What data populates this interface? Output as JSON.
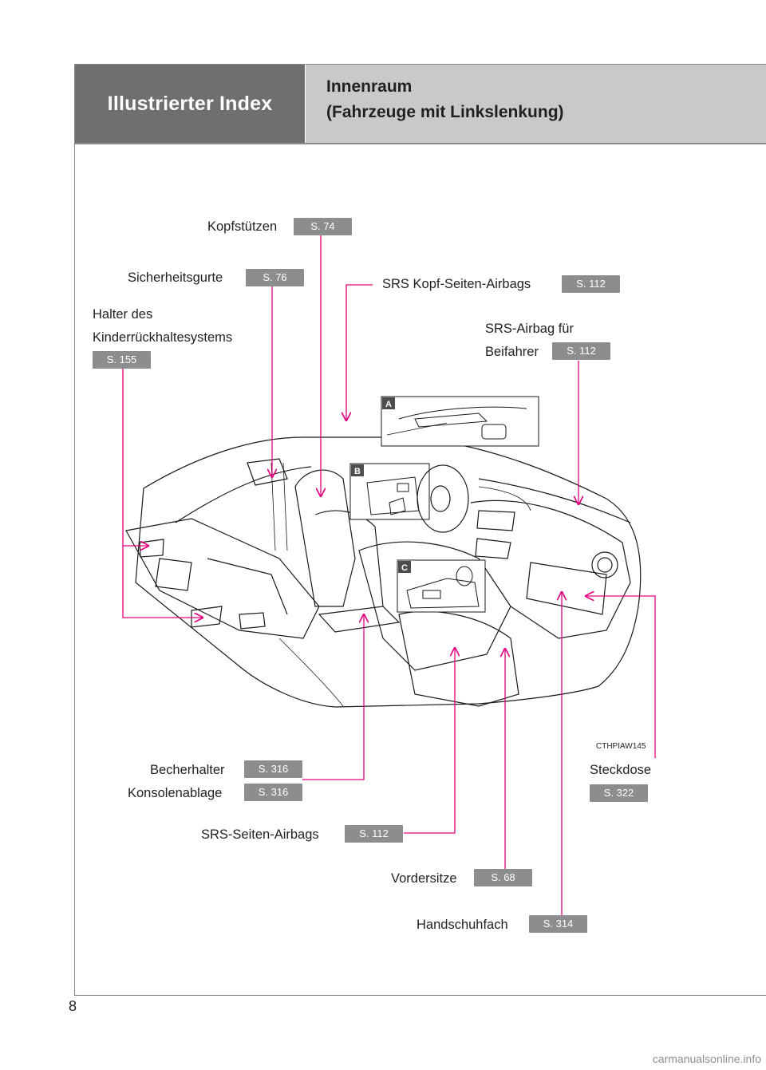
{
  "header": {
    "section": "Illustrierter Index",
    "title_line1": "Innenraum",
    "title_line2": "(Fahrzeuge mit Linkslenkung)"
  },
  "callouts": {
    "kopfstuetzen": {
      "label": "Kopfstützen",
      "page": "S. 74"
    },
    "sicherheitsgurte": {
      "label": "Sicherheitsgurte",
      "page": "S. 76"
    },
    "srs_kopf": {
      "label": "SRS Kopf-Seiten-Airbags",
      "page": "S. 112"
    },
    "halter_line1": "Halter des",
    "halter_line2": "Kinderrückhaltesystems",
    "halter_page": "S. 155",
    "airbag_beifahrer_line1": "SRS-Airbag für",
    "airbag_beifahrer_line2": "Beifahrer",
    "airbag_beifahrer_page": "S. 112",
    "becherhalter": {
      "label": "Becherhalter",
      "page": "S. 316"
    },
    "konsolenablage": {
      "label": "Konsolenablage",
      "page": "S. 316"
    },
    "steckdose": {
      "label": "Steckdose",
      "page": "S. 322"
    },
    "srs_seiten": {
      "label": "SRS-Seiten-Airbags",
      "page": "S. 112"
    },
    "vordersitze": {
      "label": "Vordersitze",
      "page": "S. 68"
    },
    "handschuhfach": {
      "label": "Handschuhfach",
      "page": "S. 314"
    }
  },
  "insets": [
    "A",
    "B",
    "C"
  ],
  "image_code": "CTHPIAW145",
  "page_number": "8",
  "watermark": "carmanualsonline.info",
  "colors": {
    "leader": "#e5007e",
    "page_tag": "#8b8d8f",
    "header_dark": "#6f6f6f",
    "header_light": "#c9c9c9"
  }
}
